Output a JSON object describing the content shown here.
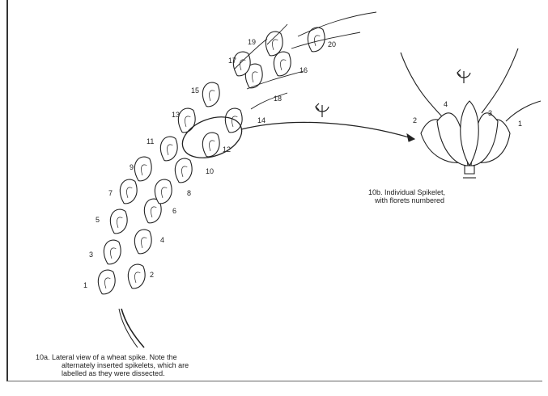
{
  "spike_numbers": [
    "1",
    "2",
    "3",
    "4",
    "5",
    "6",
    "7",
    "8",
    "9",
    "10",
    "11",
    "12",
    "13",
    "14",
    "15",
    "16",
    "17",
    "18",
    "19",
    "20"
  ],
  "spikelet_floret_numbers": [
    "1",
    "2",
    "3",
    "4"
  ],
  "caption_a": {
    "line1": "10a. Lateral view of a wheat spike. Note the",
    "line2": "alternately inserted spikelets, which are",
    "line3": "labelled as they were dissected."
  },
  "caption_b": {
    "line1": "10b. Individual Spikelet,",
    "line2": "with florets numbered"
  }
}
